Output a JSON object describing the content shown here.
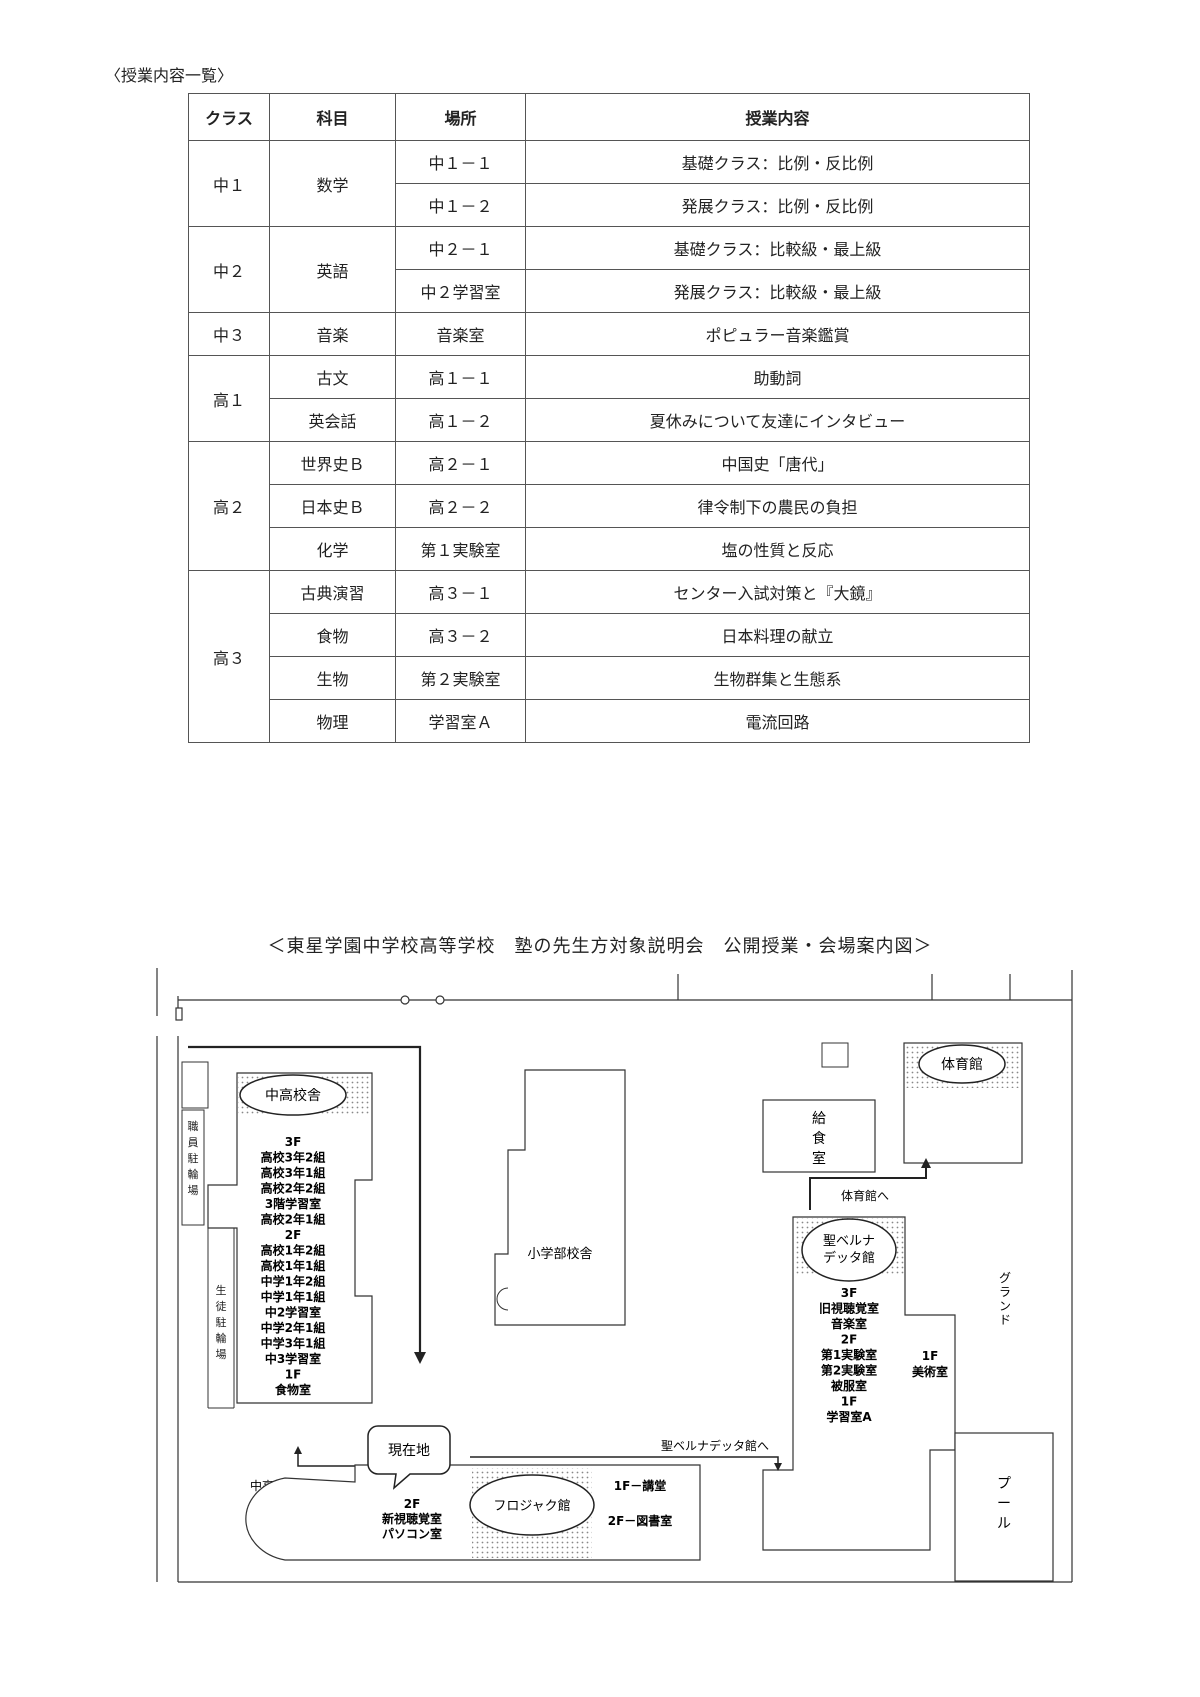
{
  "section_title": "〈授業内容一覧〉",
  "table": {
    "headers": [
      "クラス",
      "科目",
      "場所",
      "授業内容"
    ],
    "groups": [
      {
        "class": "中１",
        "rows": [
          {
            "subject": "数学",
            "place": "中１－１",
            "content": "基礎クラス：比例・反比例"
          },
          {
            "subject": "",
            "place": "中１－２",
            "content": "発展クラス：比例・反比例"
          }
        ]
      },
      {
        "class": "中２",
        "rows": [
          {
            "subject": "英語",
            "place": "中２－１",
            "content": "基礎クラス：比較級・最上級"
          },
          {
            "subject": "",
            "place": "中２学習室",
            "content": "発展クラス：比較級・最上級"
          }
        ]
      },
      {
        "class": "中３",
        "rows": [
          {
            "subject": "音楽",
            "place": "音楽室",
            "content": "ポピュラー音楽鑑賞"
          }
        ]
      },
      {
        "class": "高１",
        "rows": [
          {
            "subject": "古文",
            "place": "高１－１",
            "content": "助動詞"
          },
          {
            "subject": "英会話",
            "place": "高１－２",
            "content": "夏休みについて友達にインタビュー"
          }
        ]
      },
      {
        "class": "高２",
        "rows": [
          {
            "subject": "世界史Ｂ",
            "place": "高２－１",
            "content": "中国史「唐代」"
          },
          {
            "subject": "日本史Ｂ",
            "place": "高２－２",
            "content": "律令制下の農民の負担"
          },
          {
            "subject": "化学",
            "place": "第１実験室",
            "content": "塩の性質と反応"
          }
        ]
      },
      {
        "class": "高３",
        "rows": [
          {
            "subject": "古典演習",
            "place": "高３－１",
            "content": "センター入試対策と『大鏡』"
          },
          {
            "subject": "食物",
            "place": "高３－２",
            "content": "日本料理の献立"
          },
          {
            "subject": "生物",
            "place": "第２実験室",
            "content": "生物群集と生態系"
          },
          {
            "subject": "物理",
            "place": "学習室Ａ",
            "content": "電流回路"
          }
        ]
      }
    ]
  },
  "map": {
    "title": "＜東星学園中学校高等学校　塾の先生方対象説明会　公開授業・会場案内図＞",
    "buildings": {
      "chuko": {
        "name": "中高校舎",
        "floors": [
          "3F",
          "高校3年2組",
          "高校3年1組",
          "高校2年2組",
          "3階学習室",
          "高校2年1組",
          "2F",
          "高校1年2組",
          "高校1年1組",
          "中学1年2組",
          "中学1年1組",
          "中2学習室",
          "中学2年1組",
          "中学3年1組",
          "中3学習室",
          "1F",
          "食物室"
        ]
      },
      "shogakubu": {
        "name": "小学部校舎"
      },
      "bernadetta": {
        "name_lines": [
          "聖ベルナ",
          "デッタ館"
        ],
        "floors": [
          "3F",
          "旧視聴覚室",
          "音楽室",
          "2F",
          "第1実験室",
          "第2実験室",
          "被服室",
          "1F",
          "学習室A"
        ],
        "art_room": [
          "1F",
          "美術室"
        ]
      },
      "gym": {
        "name": "体育館"
      },
      "kyushoku": {
        "name_chars": [
          "給",
          "食",
          "室"
        ]
      },
      "pool": {
        "name_chars": [
          "プ",
          "ー",
          "ル"
        ]
      },
      "frojak": {
        "name": "フロジャク館",
        "floors": [
          "1F－講堂",
          "2F－図書室"
        ]
      }
    },
    "labels": {
      "staff_bike": [
        "職",
        "員",
        "駐",
        "輪",
        "場"
      ],
      "student_bike": [
        "生",
        "徒",
        "駐",
        "輪",
        "場"
      ],
      "ground": [
        "グ",
        "ラ",
        "ン",
        "ド"
      ],
      "to_gym": "体育館へ",
      "to_chuko": "中高校舎へ",
      "to_bernadetta": "聖ベルナデッタ館へ",
      "current_location": "現在地",
      "current_floor": [
        "2F",
        "新視聴覚室",
        "パソコン室"
      ]
    }
  }
}
